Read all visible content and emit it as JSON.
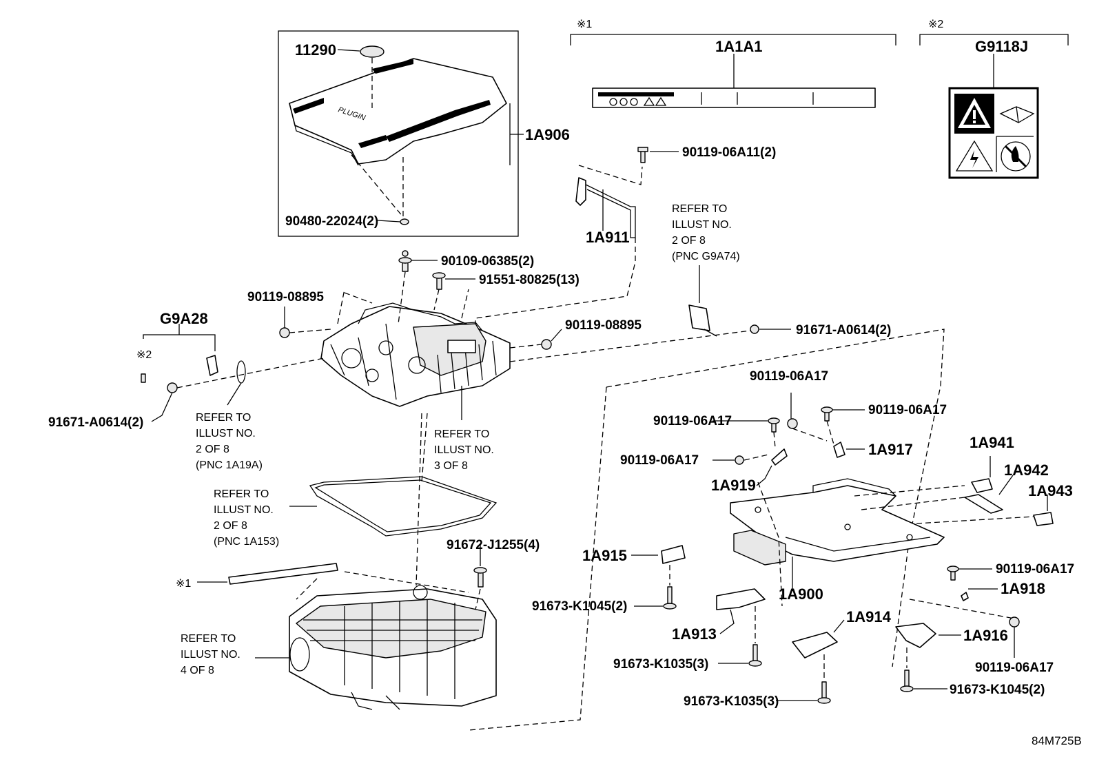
{
  "parts": {
    "p11290": "11290",
    "p1A906": "1A906",
    "p90480": "90480-22024(2)",
    "p90109": "90109-06385(2)",
    "p91551": "91551-80825(13)",
    "p90119_08895_left": "90119-08895",
    "p90119_08895_right": "90119-08895",
    "pG9A28": "G9A28",
    "p91671_left": "91671-A0614(2)",
    "p91671_right": "91671-A0614(2)",
    "p90119_06A11": "90119-06A11(2)",
    "p1A911": "1A911",
    "p1A1A1": "1A1A1",
    "pG9118J": "G9118J",
    "p91672": "91672-J1255(4)",
    "p90119_06A17_a": "90119-06A17",
    "p90119_06A17_b": "90119-06A17",
    "p90119_06A17_c": "90119-06A17",
    "p90119_06A17_d": "90119-06A17",
    "p90119_06A17_e": "90119-06A17",
    "p90119_06A17_f": "90119-06A17",
    "p1A917": "1A917",
    "p1A919": "1A919",
    "p1A941": "1A941",
    "p1A942": "1A942",
    "p1A943": "1A943",
    "p1A915": "1A915",
    "p1A900": "1A900",
    "p1A918": "1A918",
    "p91673_K1045_left": "91673-K1045(2)",
    "p1A913": "1A913",
    "p1A914": "1A914",
    "p1A916": "1A916",
    "p91673_K1035_a": "91673-K1035(3)",
    "p91673_K1035_b": "91673-K1035(3)",
    "p91673_K1045_right": "91673-K1045(2)"
  },
  "notes": {
    "mark1": "※1",
    "mark2": "※2",
    "ref_2of8_g9a74": [
      "REFER TO",
      "ILLUST NO.",
      "2 OF 8",
      "(PNC G9A74)"
    ],
    "ref_2of8_1a19a": [
      "REFER TO",
      "ILLUST NO.",
      "2 OF 8",
      "(PNC 1A19A)"
    ],
    "ref_3of8": [
      "REFER TO",
      "ILLUST NO.",
      "3 OF 8"
    ],
    "ref_2of8_1a153": [
      "REFER TO",
      "ILLUST NO.",
      "2 OF 8",
      "(PNC 1A153)"
    ],
    "ref_4of8": [
      "REFER TO",
      "ILLUST NO.",
      "4 OF 8"
    ]
  },
  "figure_id": "84M725B"
}
